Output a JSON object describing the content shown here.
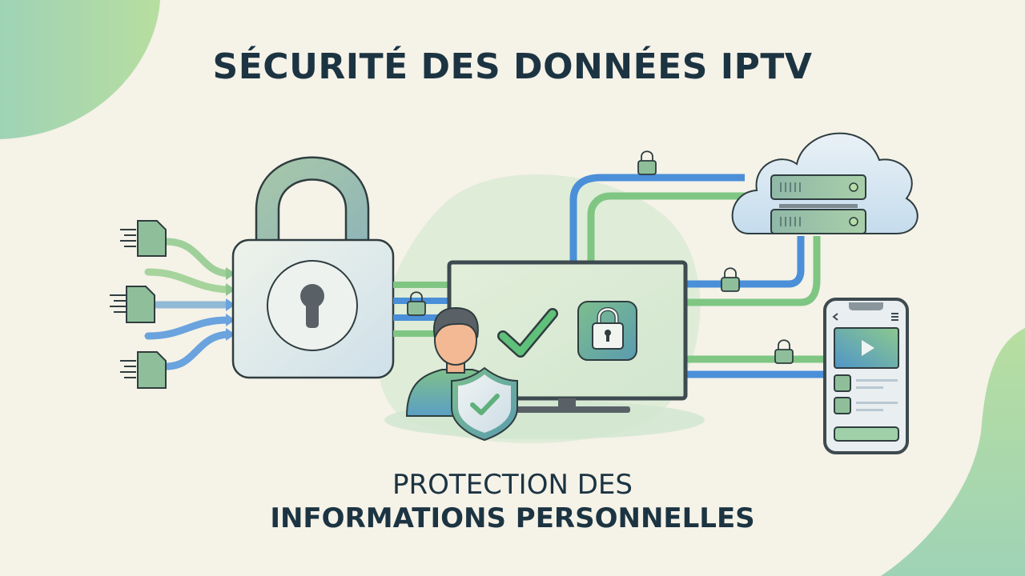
{
  "title": "SÉCURITÉ DES DONNÉES IPTV",
  "subtitle": {
    "line1": "PROTECTION DES",
    "line2": "INFORMATIONS PERSONNELLES"
  },
  "colors": {
    "background": "#f5f2e8",
    "text": "#1c3442",
    "green": "#6fbf7a",
    "blue": "#4a8fd8",
    "lock_fill": "#e6efe8",
    "outline": "#3d4a4f",
    "blob": "#a8d8b0"
  },
  "illustration": {
    "elements": [
      {
        "name": "data-files",
        "count": 3
      },
      {
        "name": "padlock"
      },
      {
        "name": "monitor",
        "icons": [
          "checkmark",
          "lock"
        ]
      },
      {
        "name": "user-with-shield"
      },
      {
        "name": "cloud-server"
      },
      {
        "name": "smartphone",
        "icons": [
          "back",
          "menu",
          "play"
        ]
      },
      {
        "name": "secure-connection-locks",
        "count": 5
      }
    ]
  }
}
